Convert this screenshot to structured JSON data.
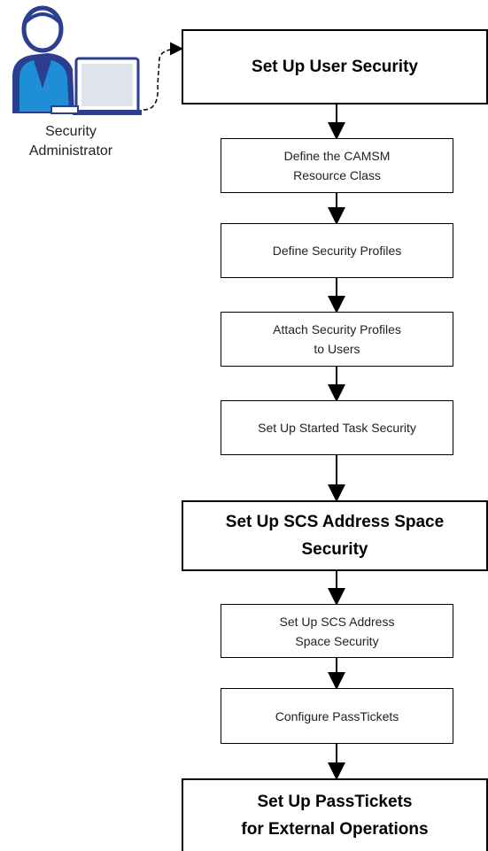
{
  "actor": {
    "label": "Security\nAdministrator",
    "icon": "security-administrator-icon",
    "colors": {
      "figure": "#2c3e8f",
      "shirt": "#1e8fd6",
      "monitor": "#dfe4ea"
    }
  },
  "flow": {
    "steps": [
      {
        "id": "set-up-user-security",
        "label": "Set Up User Security",
        "level": "major"
      },
      {
        "id": "define-camsm-resource-class",
        "label": "Define the CAMSM\nResource Class",
        "level": "minor"
      },
      {
        "id": "define-security-profiles",
        "label": "Define Security Profiles",
        "level": "minor"
      },
      {
        "id": "attach-security-profiles",
        "label": "Attach Security Profiles\nto Users",
        "level": "minor"
      },
      {
        "id": "set-up-started-task-security",
        "label": "Set Up Started Task Security",
        "level": "minor"
      },
      {
        "id": "set-up-scs-address-space-security-major",
        "label": "Set Up SCS Address Space\nSecurity",
        "level": "major"
      },
      {
        "id": "set-up-scs-address-space-security-minor",
        "label": "Set Up SCS Address\nSpace Security",
        "level": "minor"
      },
      {
        "id": "configure-passtickets",
        "label": "Configure PassTickets",
        "level": "minor"
      },
      {
        "id": "set-up-passtickets-external",
        "label": "Set Up PassTickets\nfor External Operations",
        "level": "major"
      }
    ]
  }
}
